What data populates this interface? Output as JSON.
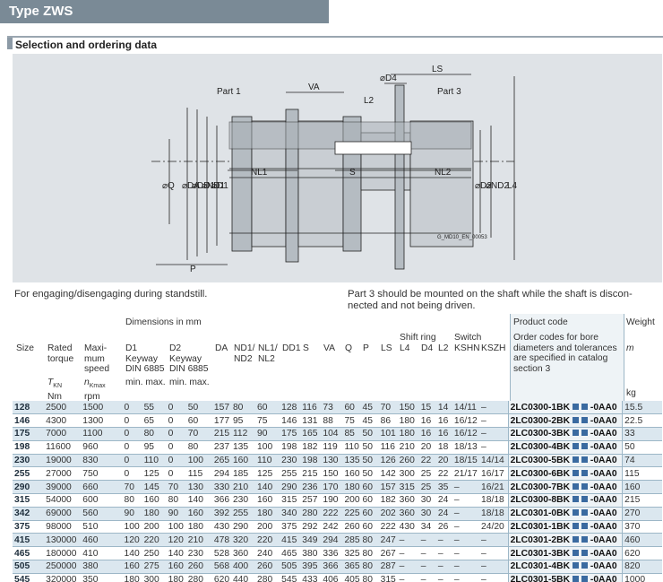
{
  "header": {
    "title": "Type ZWS"
  },
  "section": {
    "title": "Selection and ordering data"
  },
  "drawing": {
    "labels": {
      "part1": "Part 1",
      "part3": "Part 3",
      "va": "VA",
      "ls": "LS",
      "d4": "⌀D4",
      "l2": "L2",
      "nl1": "NL1",
      "s": "S",
      "nl2": "NL2",
      "q": "⌀Q",
      "da": "⌀DA",
      "dd1": "⌀DD1",
      "nd1": "⌀ND1",
      "d1": "⌀D1",
      "d2": "⌀D2",
      "nd2": "⌀ND2",
      "l4": "L4",
      "p": "P",
      "ref": "G_MD10_EN_00053"
    }
  },
  "captions": {
    "left": "For engaging/disengaging during standstill.",
    "right": "Part 3 should be mounted on the shaft while the shaft is discon-nected and not being driven.",
    "right_line1": "Part 3 should be mounted on the shaft while the shaft is discon-",
    "right_line2": "nected and not being driven."
  },
  "table_header": {
    "size": "Size",
    "rated": "Rated torque",
    "rated_l1": "Rated",
    "rated_l2": "torque",
    "tkn": "T",
    "tkn_sub": "KN",
    "tkn_unit": "Nm",
    "maxspeed_l1": "Maxi-",
    "maxspeed_l2": "mum",
    "maxspeed_l3": "speed",
    "nkmax": "n",
    "nkmax_sub": "Kmax",
    "nkmax_unit": "rpm",
    "dims": "Dimensions in mm",
    "d1_l1": "D1",
    "d1_l2": "Keyway",
    "d1_l3": "DIN 6885",
    "d2_l1": "D2",
    "d2_l2": "Keyway",
    "d2_l3": "DIN 6885",
    "minmax": "min. max.",
    "da": "DA",
    "nd": "ND1/ ND2",
    "nd_l1": "ND1/",
    "nd_l2": "ND2",
    "nl_l1": "NL1/",
    "nl_l2": "NL2",
    "dd1": "DD1",
    "s": "S",
    "va": "VA",
    "q": "Q",
    "p": "P",
    "ls": "LS",
    "shiftring": "Shift ring",
    "l4": "L4",
    "d4": "D4",
    "l2": "L2",
    "switch": "Switch",
    "kshn": "KSHN",
    "kszh": "KSZH",
    "product_code": "Product code",
    "order_l1": "Order codes for bore",
    "order_l2": "diameters and tolerances",
    "order_l3": "are specified in catalog",
    "order_l4": "section 3",
    "weight": "Weight",
    "m": "m",
    "kg": "kg"
  },
  "rows": [
    {
      "size": "128",
      "tkn": "2500",
      "n": "1500",
      "d1min": "0",
      "d1max": "55",
      "d2min": "0",
      "d2max": "50",
      "da": "157",
      "nd": "80",
      "nl": "60",
      "dd1": "128",
      "s": "116",
      "va": "73",
      "q": "60",
      "p": "45",
      "ls": "70",
      "l4": "150",
      "d4": "15",
      "l2": "14",
      "kshn": "14/11",
      "kszh": "–",
      "code": "2LC0300-1BK",
      "suffix": "-0AA0",
      "m": "15.5"
    },
    {
      "size": "146",
      "tkn": "4300",
      "n": "1300",
      "d1min": "0",
      "d1max": "65",
      "d2min": "0",
      "d2max": "60",
      "da": "177",
      "nd": "95",
      "nl": "75",
      "dd1": "146",
      "s": "131",
      "va": "88",
      "q": "75",
      "p": "45",
      "ls": "86",
      "l4": "180",
      "d4": "16",
      "l2": "16",
      "kshn": "16/12",
      "kszh": "–",
      "code": "2LC0300-2BK",
      "suffix": "-0AA0",
      "m": "22.5"
    },
    {
      "size": "175",
      "tkn": "7000",
      "n": "1100",
      "d1min": "0",
      "d1max": "80",
      "d2min": "0",
      "d2max": "70",
      "da": "215",
      "nd": "112",
      "nl": "90",
      "dd1": "175",
      "s": "165",
      "va": "104",
      "q": "85",
      "p": "50",
      "ls": "101",
      "l4": "180",
      "d4": "16",
      "l2": "16",
      "kshn": "16/12",
      "kszh": "–",
      "code": "2LC0300-3BK",
      "suffix": "-0AA0",
      "m": "33"
    },
    {
      "size": "198",
      "tkn": "11600",
      "n": "960",
      "d1min": "0",
      "d1max": "95",
      "d2min": "0",
      "d2max": "80",
      "da": "237",
      "nd": "135",
      "nl": "100",
      "dd1": "198",
      "s": "182",
      "va": "119",
      "q": "110",
      "p": "50",
      "ls": "116",
      "l4": "210",
      "d4": "20",
      "l2": "18",
      "kshn": "18/13",
      "kszh": "–",
      "code": "2LC0300-4BK",
      "suffix": "-0AA0",
      "m": "50"
    },
    {
      "size": "230",
      "tkn": "19000",
      "n": "830",
      "d1min": "0",
      "d1max": "110",
      "d2min": "0",
      "d2max": "100",
      "da": "265",
      "nd": "160",
      "nl": "110",
      "dd1": "230",
      "s": "198",
      "va": "130",
      "q": "135",
      "p": "50",
      "ls": "126",
      "l4": "260",
      "d4": "22",
      "l2": "20",
      "kshn": "18/15",
      "kszh": "14/14",
      "code": "2LC0300-5BK",
      "suffix": "-0AA0",
      "m": "74"
    },
    {
      "size": "255",
      "tkn": "27000",
      "n": "750",
      "d1min": "0",
      "d1max": "125",
      "d2min": "0",
      "d2max": "115",
      "da": "294",
      "nd": "185",
      "nl": "125",
      "dd1": "255",
      "s": "215",
      "va": "150",
      "q": "160",
      "p": "50",
      "ls": "142",
      "l4": "300",
      "d4": "25",
      "l2": "22",
      "kshn": "21/17",
      "kszh": "16/17",
      "code": "2LC0300-6BK",
      "suffix": "-0AA0",
      "m": "115"
    },
    {
      "size": "290",
      "tkn": "39000",
      "n": "660",
      "d1min": "70",
      "d1max": "145",
      "d2min": "70",
      "d2max": "130",
      "da": "330",
      "nd": "210",
      "nl": "140",
      "dd1": "290",
      "s": "236",
      "va": "170",
      "q": "180",
      "p": "60",
      "ls": "157",
      "l4": "315",
      "d4": "25",
      "l2": "35",
      "kshn": "–",
      "kszh": "16/21",
      "code": "2LC0300-7BK",
      "suffix": "-0AA0",
      "m": "160"
    },
    {
      "size": "315",
      "tkn": "54000",
      "n": "600",
      "d1min": "80",
      "d1max": "160",
      "d2min": "80",
      "d2max": "140",
      "da": "366",
      "nd": "230",
      "nl": "160",
      "dd1": "315",
      "s": "257",
      "va": "190",
      "q": "200",
      "p": "60",
      "ls": "182",
      "l4": "360",
      "d4": "30",
      "l2": "24",
      "kshn": "–",
      "kszh": "18/18",
      "code": "2LC0300-8BK",
      "suffix": "-0AA0",
      "m": "215"
    },
    {
      "size": "342",
      "tkn": "69000",
      "n": "560",
      "d1min": "90",
      "d1max": "180",
      "d2min": "90",
      "d2max": "160",
      "da": "392",
      "nd": "255",
      "nl": "180",
      "dd1": "340",
      "s": "280",
      "va": "222",
      "q": "225",
      "p": "60",
      "ls": "202",
      "l4": "360",
      "d4": "30",
      "l2": "24",
      "kshn": "–",
      "kszh": "18/18",
      "code": "2LC0301-0BK",
      "suffix": "-0AA0",
      "m": "270"
    },
    {
      "size": "375",
      "tkn": "98000",
      "n": "510",
      "d1min": "100",
      "d1max": "200",
      "d2min": "100",
      "d2max": "180",
      "da": "430",
      "nd": "290",
      "nl": "200",
      "dd1": "375",
      "s": "292",
      "va": "242",
      "q": "260",
      "p": "60",
      "ls": "222",
      "l4": "430",
      "d4": "34",
      "l2": "26",
      "kshn": "–",
      "kszh": "24/20",
      "code": "2LC0301-1BK",
      "suffix": "-0AA0",
      "m": "370"
    },
    {
      "size": "415",
      "tkn": "130000",
      "n": "460",
      "d1min": "120",
      "d1max": "220",
      "d2min": "120",
      "d2max": "210",
      "da": "478",
      "nd": "320",
      "nl": "220",
      "dd1": "415",
      "s": "349",
      "va": "294",
      "q": "285",
      "p": "80",
      "ls": "247",
      "l4": "–",
      "d4": "–",
      "l2": "–",
      "kshn": "–",
      "kszh": "–",
      "code": "2LC0301-2BK",
      "suffix": "-0AA0",
      "m": "460"
    },
    {
      "size": "465",
      "tkn": "180000",
      "n": "410",
      "d1min": "140",
      "d1max": "250",
      "d2min": "140",
      "d2max": "230",
      "da": "528",
      "nd": "360",
      "nl": "240",
      "dd1": "465",
      "s": "380",
      "va": "336",
      "q": "325",
      "p": "80",
      "ls": "267",
      "l4": "–",
      "d4": "–",
      "l2": "–",
      "kshn": "–",
      "kszh": "–",
      "code": "2LC0301-3BK",
      "suffix": "-0AA0",
      "m": "620"
    },
    {
      "size": "505",
      "tkn": "250000",
      "n": "380",
      "d1min": "160",
      "d1max": "275",
      "d2min": "160",
      "d2max": "260",
      "da": "568",
      "nd": "400",
      "nl": "260",
      "dd1": "505",
      "s": "395",
      "va": "366",
      "q": "365",
      "p": "80",
      "ls": "287",
      "l4": "–",
      "d4": "–",
      "l2": "–",
      "kshn": "–",
      "kszh": "–",
      "code": "2LC0301-4BK",
      "suffix": "-0AA0",
      "m": "820"
    },
    {
      "size": "545",
      "tkn": "320000",
      "n": "350",
      "d1min": "180",
      "d1max": "300",
      "d2min": "180",
      "d2max": "280",
      "da": "620",
      "nd": "440",
      "nl": "280",
      "dd1": "545",
      "s": "433",
      "va": "406",
      "q": "405",
      "p": "80",
      "ls": "315",
      "l4": "–",
      "d4": "–",
      "l2": "–",
      "kshn": "–",
      "kszh": "–",
      "code": "2LC0301-5BK",
      "suffix": "-0AA0",
      "m": "1000"
    }
  ]
}
